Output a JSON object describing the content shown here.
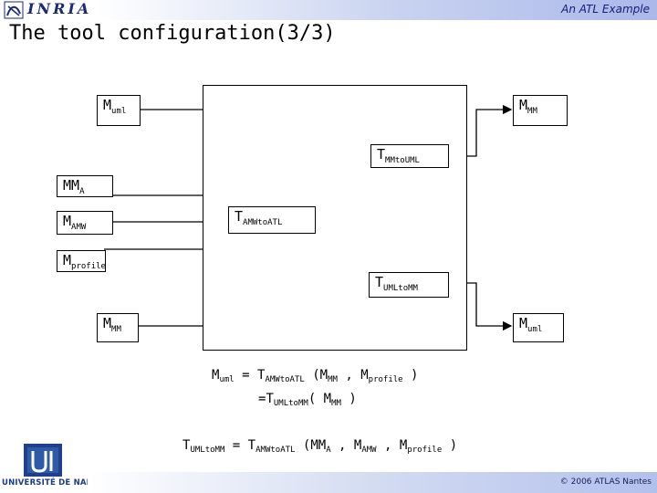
{
  "header": {
    "logo_text": "INRIA",
    "right_text": "An ATL Example"
  },
  "title": "The tool configuration(3/3)",
  "diagram": {
    "m_uml_in": {
      "main": "M",
      "sub": "uml"
    },
    "m_mm_out": {
      "main": "M",
      "sub": "MM"
    },
    "t_mm_to_uml": {
      "main": "T",
      "sub": "MMtoUML"
    },
    "mm_a": {
      "main": "MM",
      "sub": "A"
    },
    "m_amw": {
      "main": "M",
      "sub": "AMW"
    },
    "t_amw_to_atl": {
      "main": "T",
      "sub": "AMWtoATL"
    },
    "m_profile": {
      "main": "M",
      "sub": "profile"
    },
    "t_uml_to_mm": {
      "main": "T",
      "sub": "UMLtoMM"
    },
    "m_mm_in": {
      "main": "M",
      "sub": "MM"
    },
    "m_uml_out": {
      "main": "M",
      "sub": "uml"
    }
  },
  "formulas": {
    "f1": {
      "lhs": "M",
      "lhs_sub": "uml",
      "eq": " = ",
      "t": "T",
      "t_sub": "AMWtoATL",
      "open": " (",
      "a1": "M",
      "a1_sub": "MM",
      "sep": " , ",
      "a2": "M",
      "a2_sub": "profile",
      "close": " )"
    },
    "f2": {
      "prefix": "=",
      "t": "T",
      "t_sub": "UMLtoMM",
      "open": "( ",
      "a1": "M",
      "a1_sub": "MM",
      "close": " )"
    },
    "f3": {
      "lhs": "T",
      "lhs_sub": "UMLtoMM",
      "eq": " = ",
      "t": "T",
      "t_sub": "AMWtoATL",
      "open": " (",
      "a1": "MM",
      "a1_sub": "A",
      "sep1": " , ",
      "a2": "M",
      "a2_sub": "AMW",
      "sep2": " , ",
      "a3": "M",
      "a3_sub": "profile",
      "close": " )"
    }
  },
  "footer": {
    "university": "UNIVERSITÉ DE NANTES",
    "copyright": "© 2006 ATLAS Nantes"
  }
}
